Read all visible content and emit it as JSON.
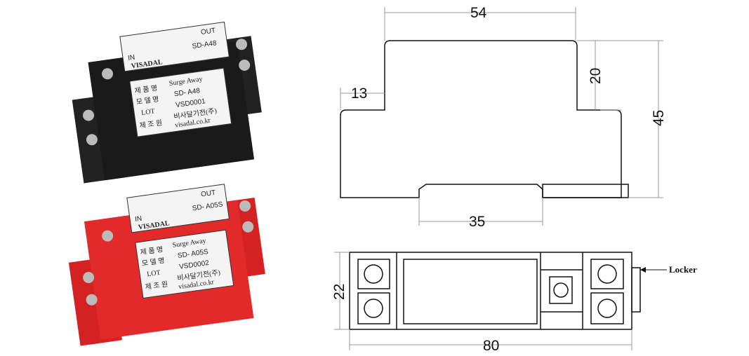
{
  "products": [
    {
      "color": "#1e1e1e",
      "front_label": {
        "in": "IN",
        "out": "OUT",
        "model": "SD-A48",
        "brand": "VISADAL"
      },
      "spec_label": {
        "rows": [
          [
            "제 품 명",
            "Surge Away"
          ],
          [
            "모 델 명",
            "SD- A48"
          ],
          [
            "LOT",
            "VSD0001"
          ],
          [
            "제 조 원",
            "비사달기전(주)"
          ]
        ],
        "website": "visadal.co.kr"
      }
    },
    {
      "color": "#e32a2a",
      "front_label": {
        "in": "IN",
        "out": "OUT",
        "model": "SD- A05S",
        "brand": "VISADAL"
      },
      "spec_label": {
        "rows": [
          [
            "제 품 명",
            "Surge Away"
          ],
          [
            "모 델 명",
            "SD- A05S"
          ],
          [
            "LOT",
            "VSD0002"
          ],
          [
            "제 조 원",
            "비사달기전(주)"
          ]
        ],
        "website": "visadal.co.kr"
      }
    }
  ],
  "side_view": {
    "dims": {
      "width": "54",
      "height_top": "20",
      "height_total": "45",
      "step": "13",
      "rail": "35"
    }
  },
  "bottom_view": {
    "dims": {
      "depth": "22",
      "length": "80"
    },
    "locker_label": "Locker"
  }
}
